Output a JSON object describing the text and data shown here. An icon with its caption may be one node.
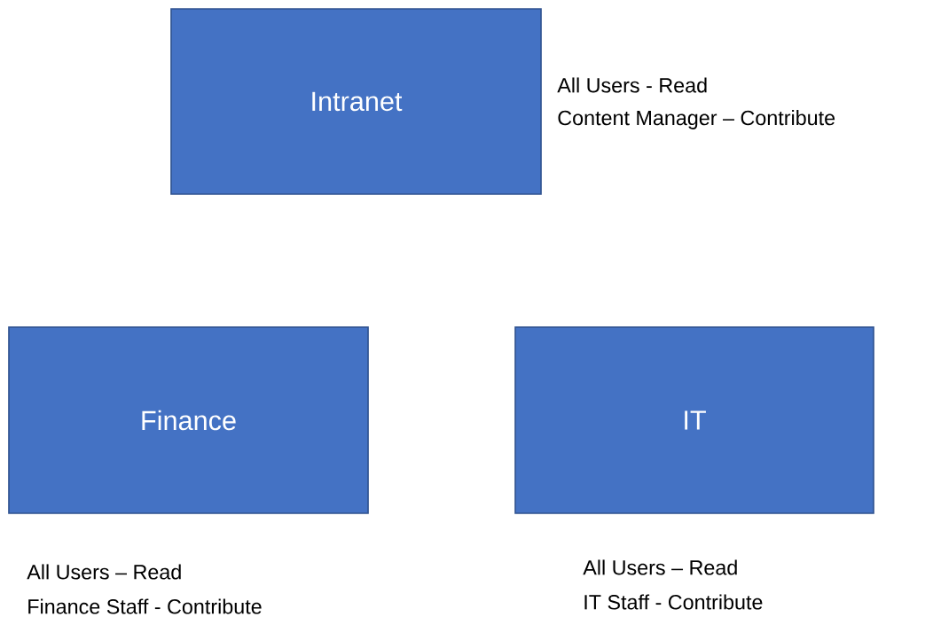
{
  "diagram": {
    "nodes": [
      {
        "text": [
          "Intranet"
        ],
        "beside": [
          "All Users - Read",
          "Content Manager – Contribute"
        ]
      },
      {
        "text": [
          "Finance"
        ],
        "beside": [
          "All Users – Read",
          "Finance Staff - Contribute"
        ]
      },
      {
        "text": [
          "IT"
        ],
        "beside": [
          "All Users – Read",
          "IT Staff - Contribute"
        ]
      }
    ]
  }
}
